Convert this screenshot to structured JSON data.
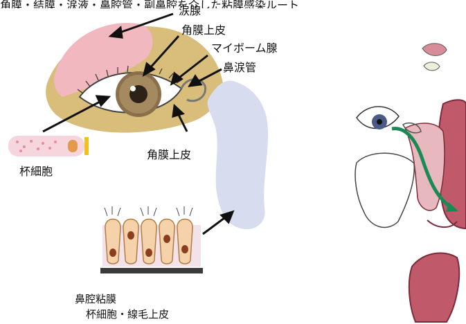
{
  "title_partial": "角膜・結膜・涙液・鼻腔管・副鼻腔を介した粘膜感染ルート",
  "labels": {
    "lacrimal_gland": "涙腺",
    "corneal_epithelium_top": "角膜上皮",
    "meibomian_gland": "マイボーム腺",
    "nasolacrimal_duct": "鼻涙管",
    "corneal_epithelium_bottom": "角膜上皮",
    "goblet_cell": "杯細胞",
    "nasal_mucosa_line1": "鼻腔粘膜",
    "nasal_mucosa_line2": "杯細胞・線毛上皮"
  },
  "colors": {
    "eyelid_tan": "#d9bd7a",
    "lacrimal_pink": "#f2b8c0",
    "nasal_duct_blue": "#d7dcef",
    "flow_arrow_green": "#1a8a55",
    "nasal_tissue_red": "#c0596a"
  }
}
